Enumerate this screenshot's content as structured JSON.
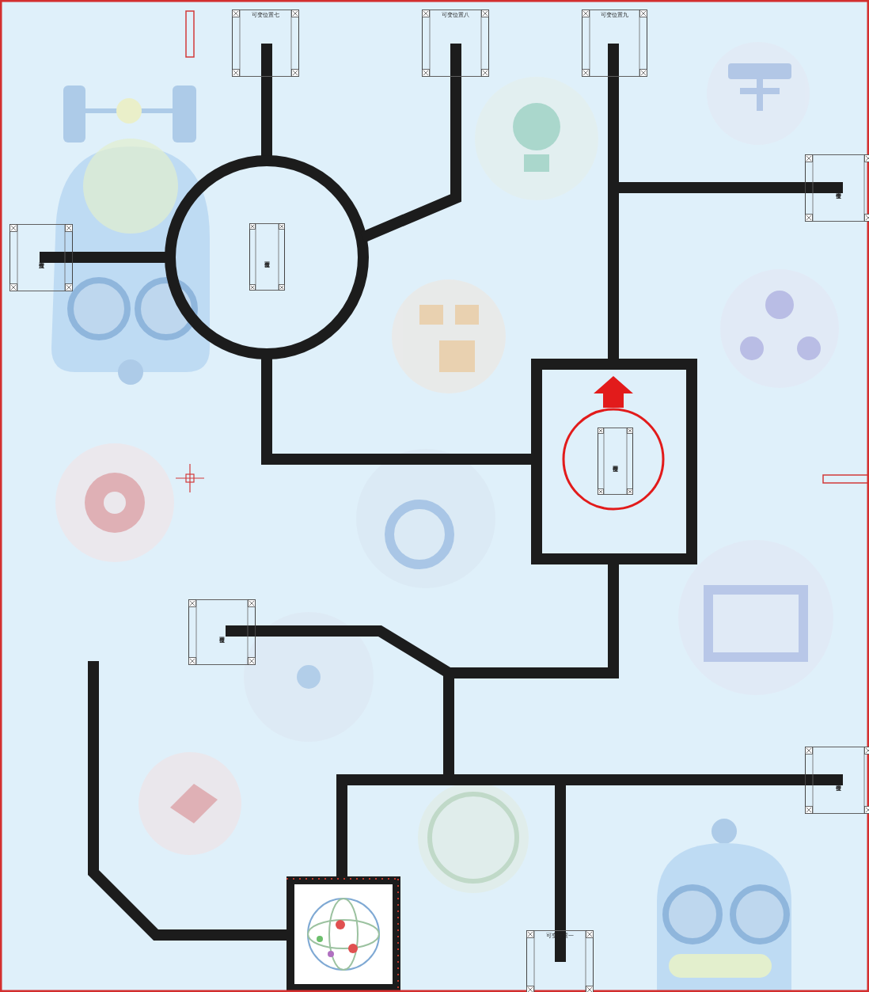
{
  "diagram": {
    "nodes": [
      {
        "text": [
          "可变位置七"
        ]
      },
      {
        "text": [
          "可变位置八"
        ]
      },
      {
        "text": [
          "可变位置九"
        ]
      },
      {
        "text": [
          "可变位置十"
        ]
      },
      {
        "text": [
          "可变位置六"
        ]
      },
      {
        "text": [
          "可变位置五"
        ]
      },
      {
        "text": [
          "可变位置四"
        ]
      },
      {
        "text": [
          "可变位置三"
        ]
      },
      {
        "text": [
          "可变位置二"
        ]
      },
      {
        "text": [
          "可变位置一"
        ]
      }
    ]
  }
}
